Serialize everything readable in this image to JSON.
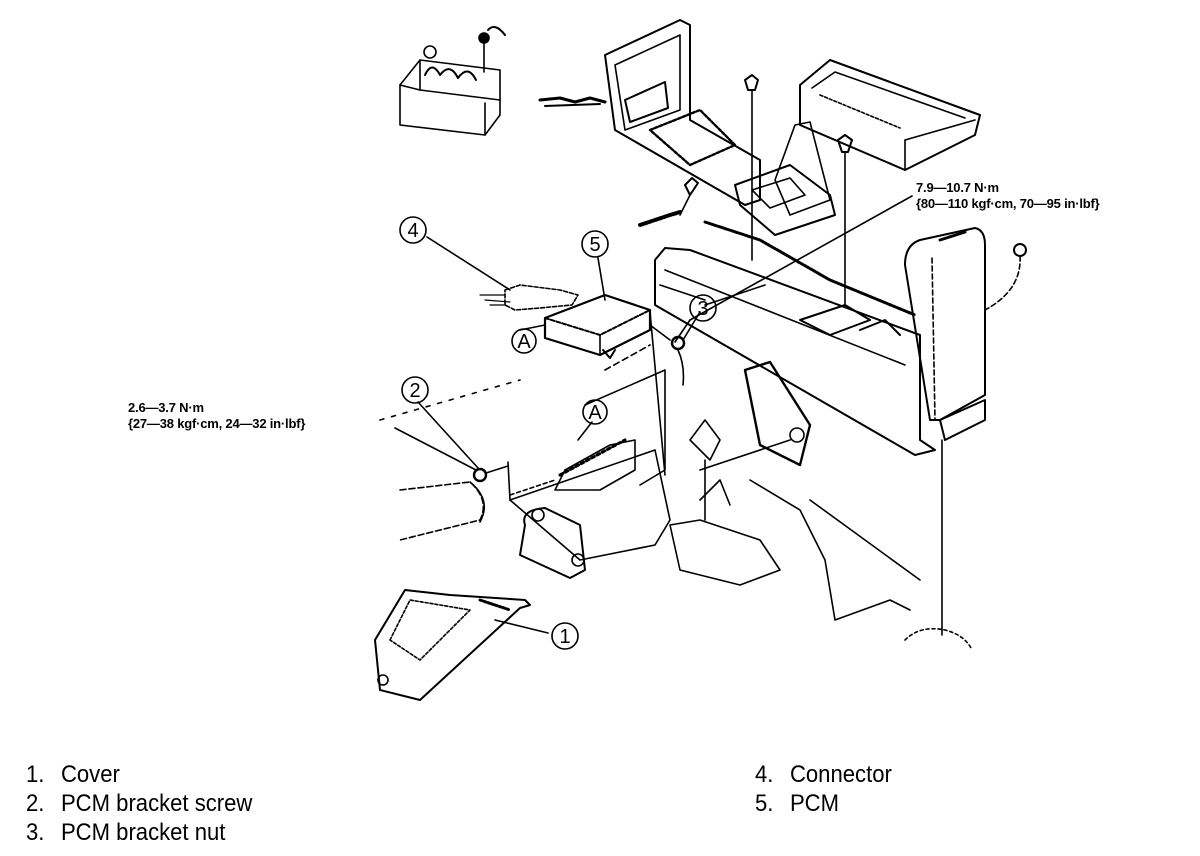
{
  "callouts": {
    "c1": "1",
    "c2": "2",
    "c3": "3",
    "c4": "4",
    "c5": "5",
    "a1": "A",
    "a2": "A"
  },
  "torque_specs": {
    "pcm_bracket_nut": {
      "line1": "7.9—10.7 N·m",
      "line2": "{80—110 kgf·cm, 70—95 in·lbf}"
    },
    "pcm_bracket_screw": {
      "line1": "2.6—3.7 N·m",
      "line2": "{27—38 kgf·cm, 24—32 in·lbf}"
    }
  },
  "legend": {
    "left": [
      {
        "num": "1.",
        "label": "Cover"
      },
      {
        "num": "2.",
        "label": "PCM bracket screw"
      },
      {
        "num": "3.",
        "label": "PCM bracket nut"
      }
    ],
    "right": [
      {
        "num": "4.",
        "label": "Connector"
      },
      {
        "num": "5.",
        "label": "PCM"
      }
    ]
  },
  "colors": {
    "ink": "#000000",
    "paper": "#ffffff"
  }
}
